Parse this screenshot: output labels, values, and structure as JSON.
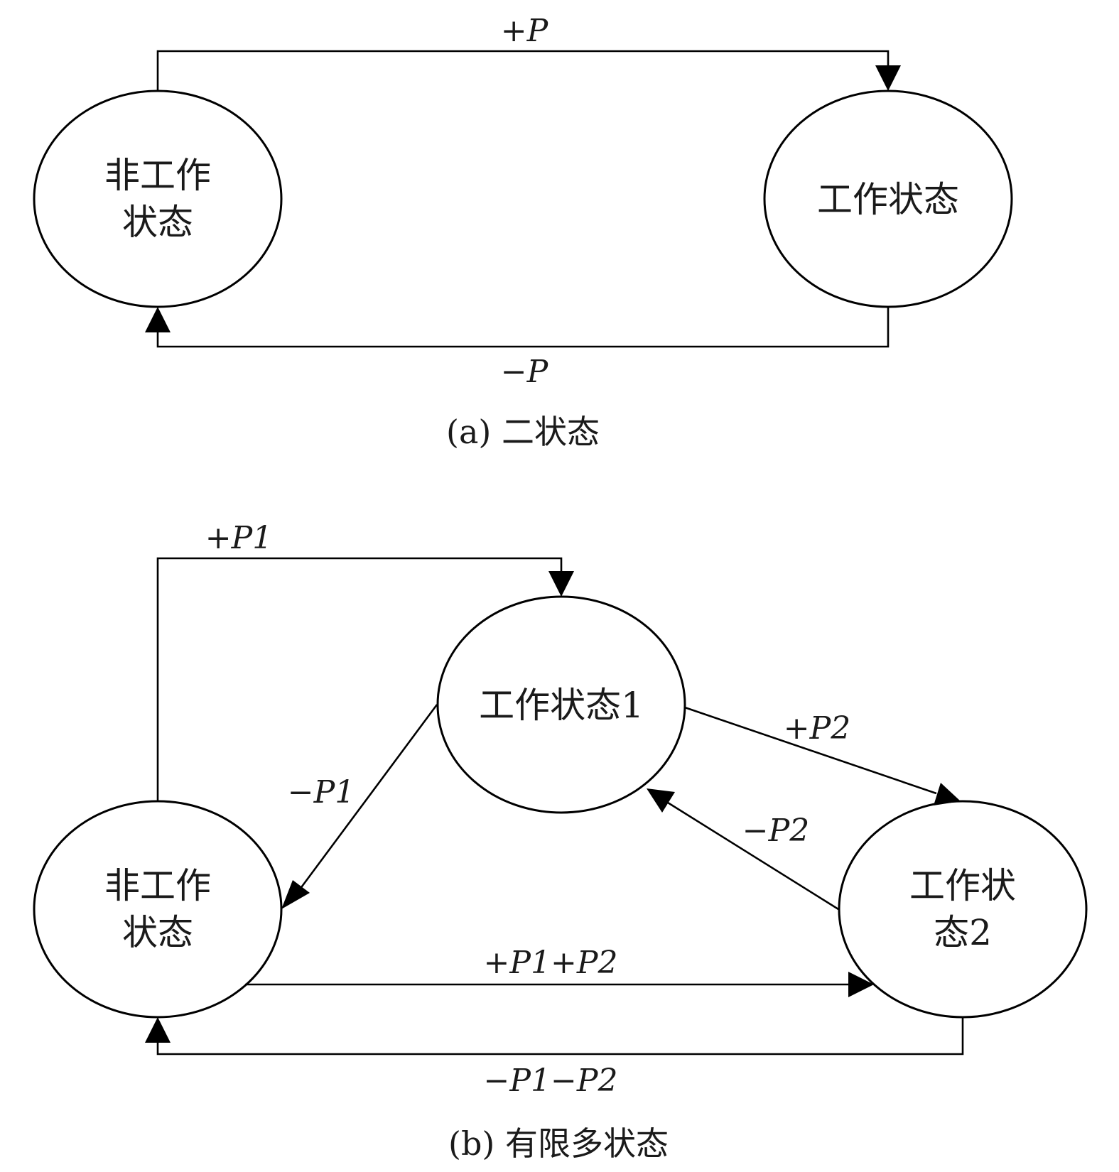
{
  "panel_a": {
    "caption": "(a) 二状态",
    "states": {
      "idle": [
        "非工作",
        "状态"
      ],
      "working": [
        "工作状态"
      ]
    },
    "transitions": {
      "turn_on": "+P",
      "turn_off": "−P"
    }
  },
  "panel_b": {
    "caption": "(b) 有限多状态",
    "states": {
      "idle": [
        "非工作",
        "状态"
      ],
      "working_1": [
        "工作状态1"
      ],
      "working_2": [
        "工作状",
        "态2"
      ]
    },
    "transitions": {
      "idle_to_w1": "+P1",
      "w1_to_idle": "−P1",
      "w1_to_w2": "+P2",
      "w2_to_w1": "−P2",
      "idle_to_w2": "+P1+P2",
      "w2_to_idle": "−P1−P2"
    }
  }
}
